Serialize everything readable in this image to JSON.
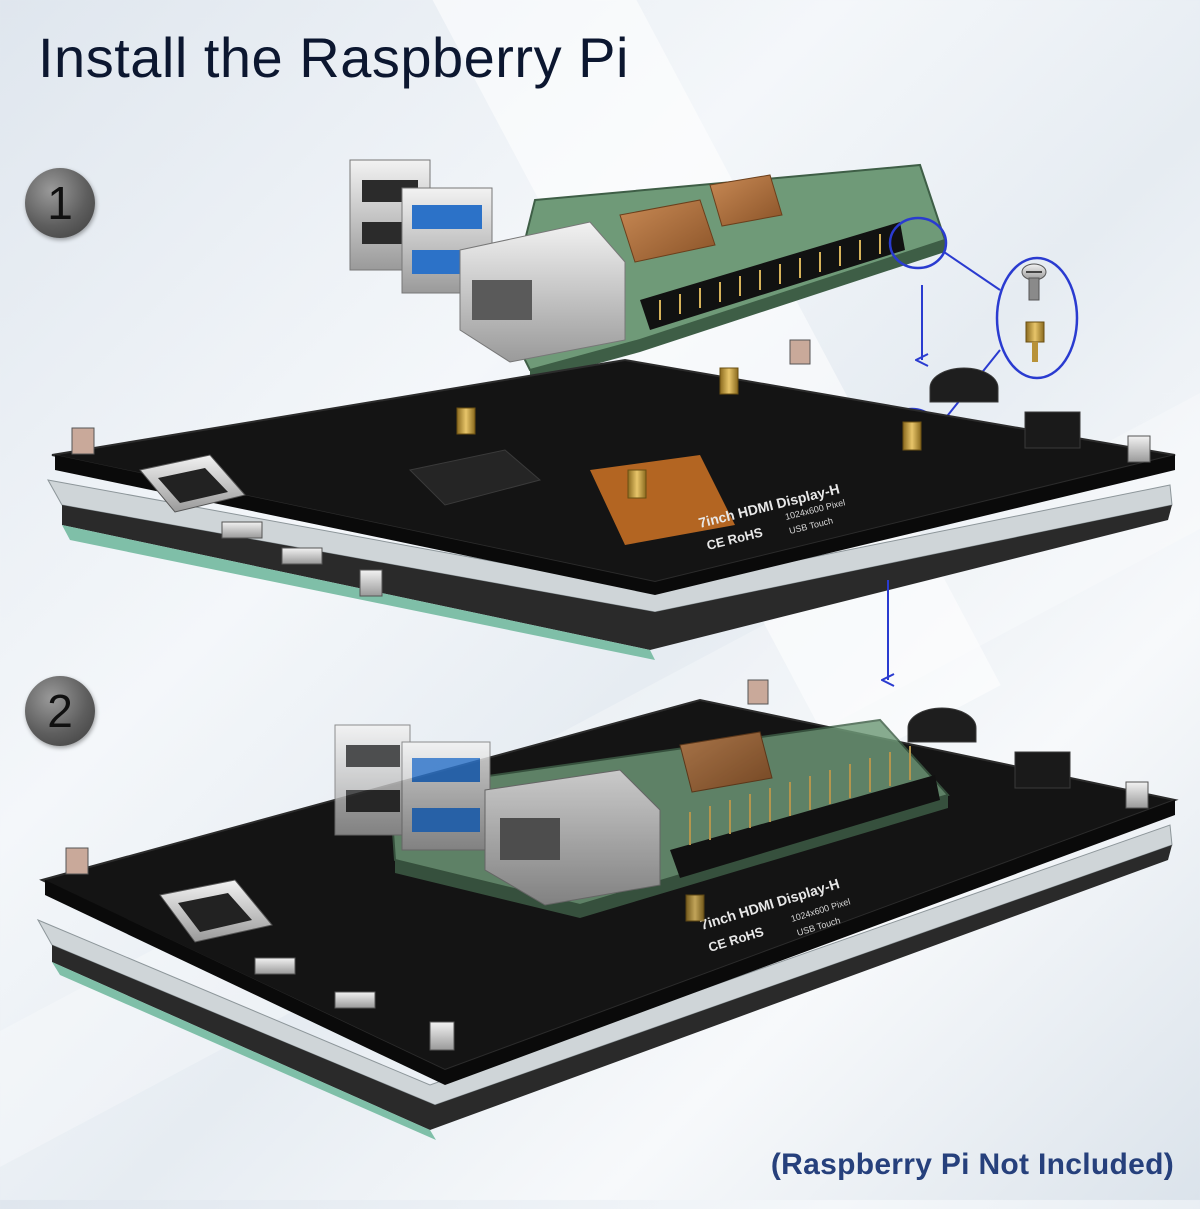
{
  "title": "Install the Raspberry Pi",
  "steps": [
    {
      "number": "1"
    },
    {
      "number": "2"
    }
  ],
  "board_silkscreen": {
    "model": "7inch HDMI Display-H",
    "resolution": "1024x600 Pixel",
    "touch": "USB Touch",
    "cert": "CE RoHS"
  },
  "note": "(Raspberry Pi Not Included)",
  "colors": {
    "title": "#0c1730",
    "note": "#26407c",
    "callout": "#2a3bd0",
    "pcb": "#141414",
    "pi_board": "#6f9a78"
  }
}
